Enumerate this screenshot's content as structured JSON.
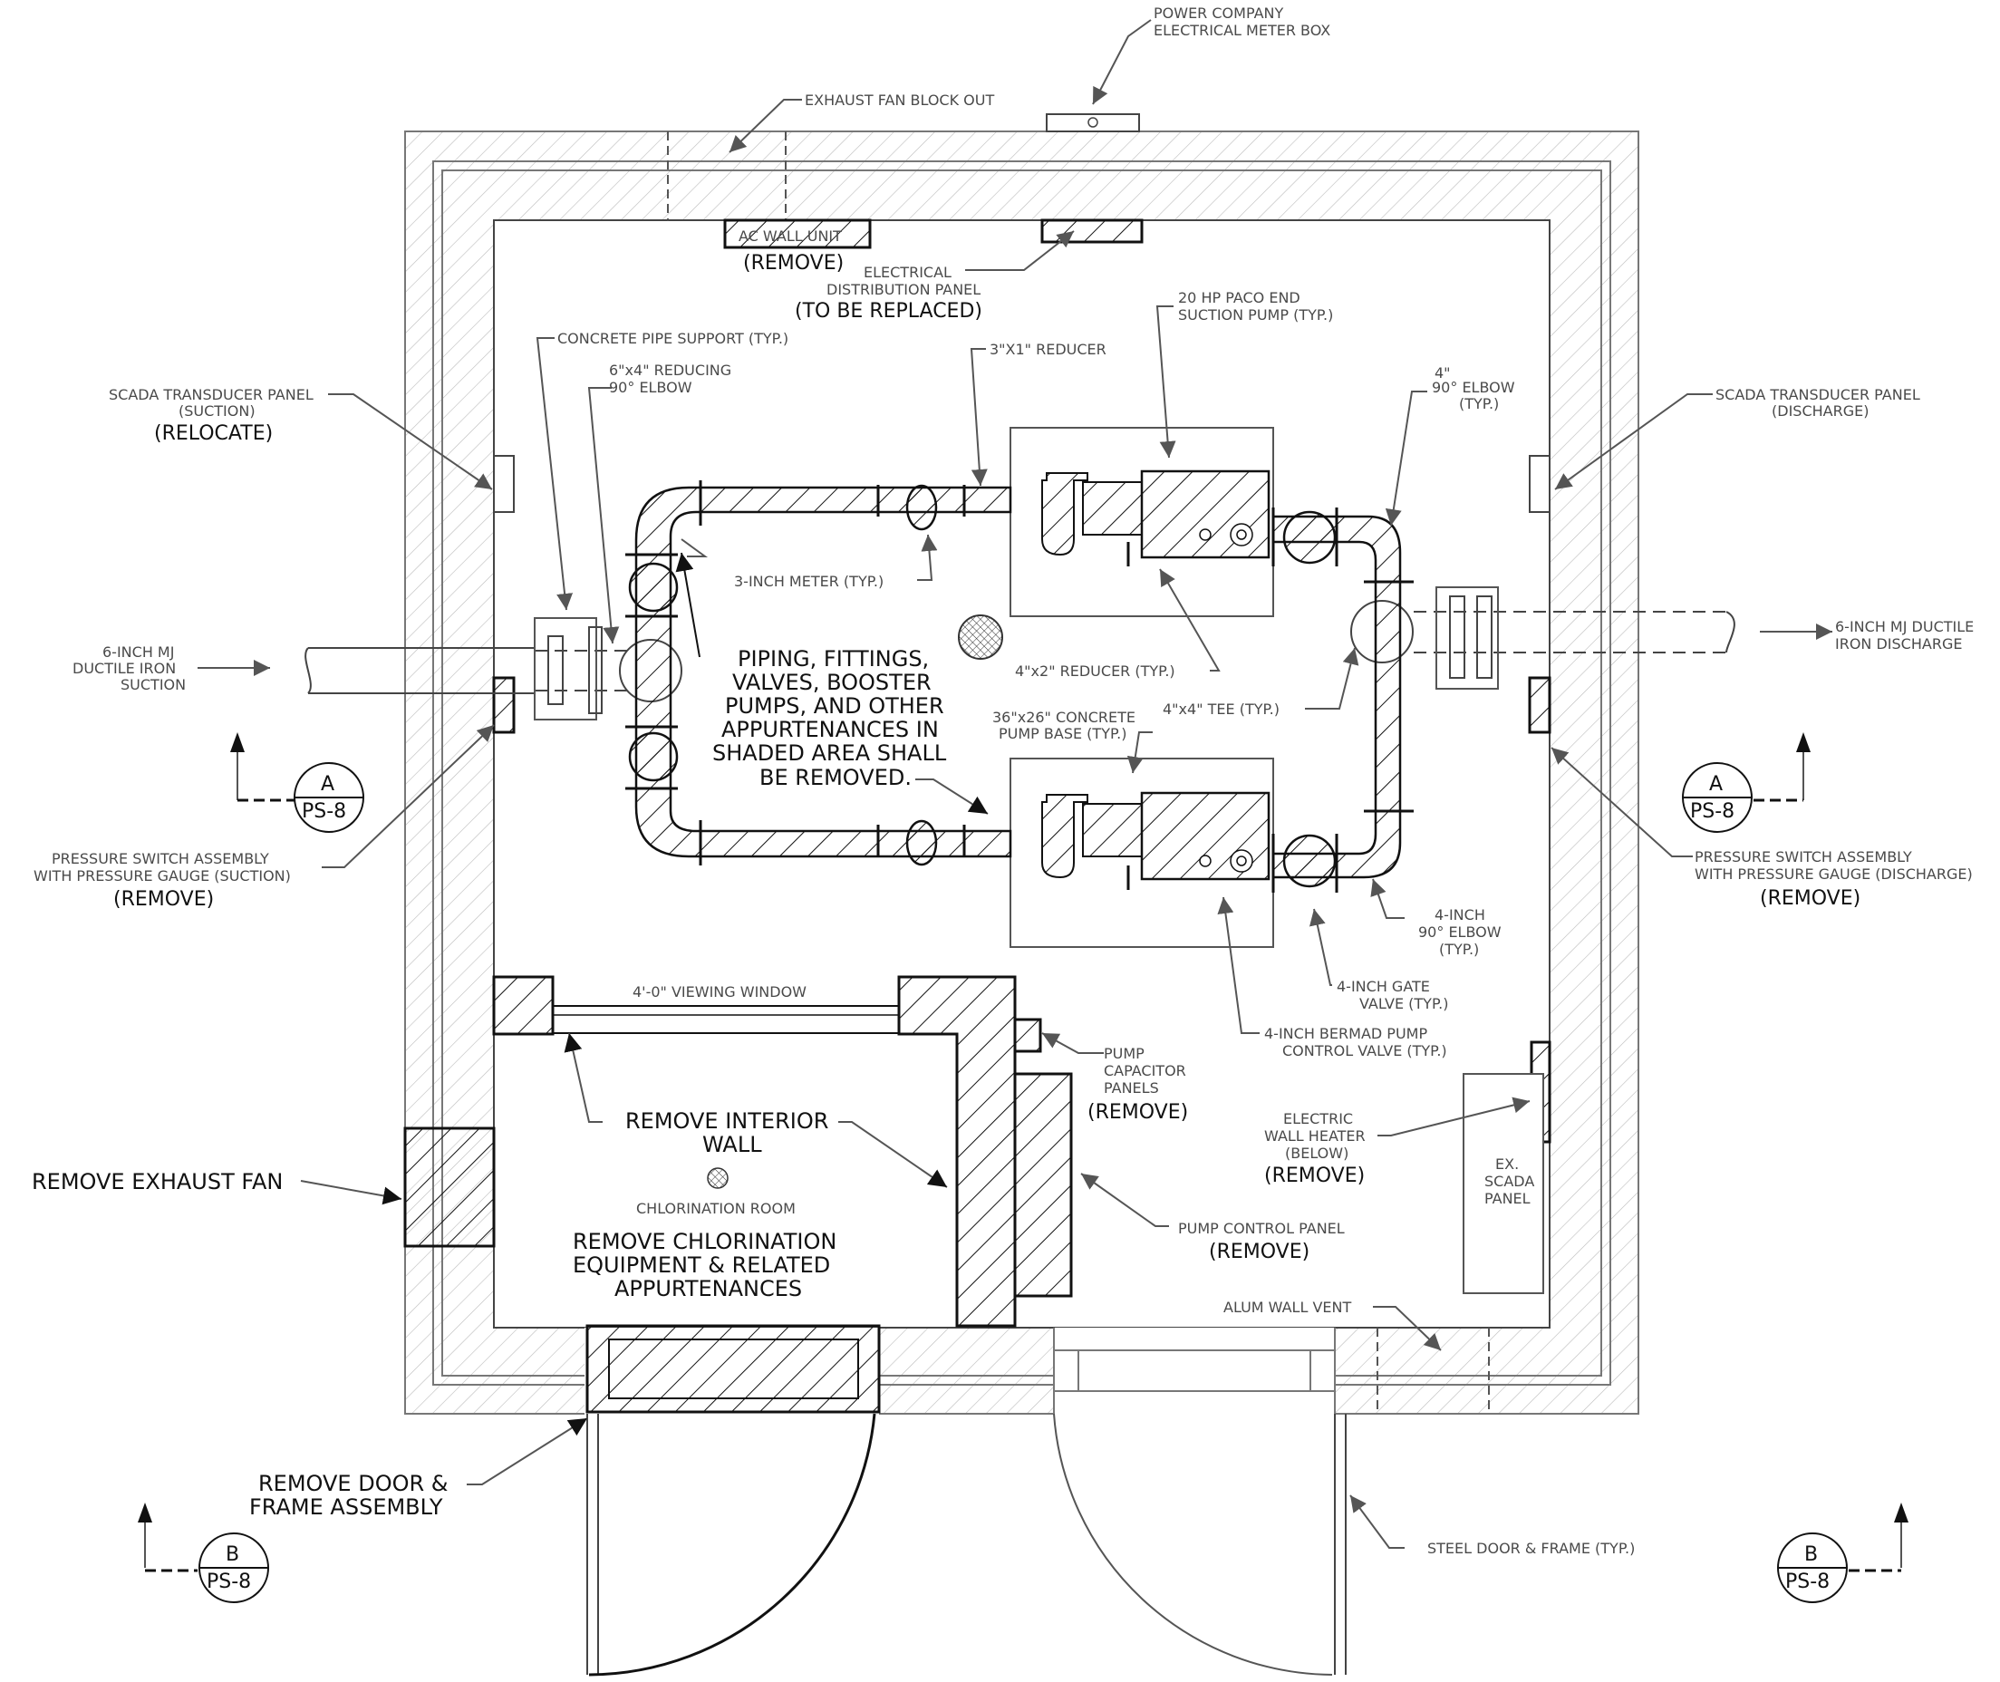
{
  "colors": {
    "ink": "#111111",
    "leader": "#555555",
    "wall": "#777777",
    "hatch": "#bbbbbb"
  },
  "labels": {
    "power_meter_1": "POWER COMPANY",
    "power_meter_2": "ELECTRICAL METER BOX",
    "exhaust_blockout": "EXHAUST FAN BLOCK OUT",
    "ac_unit": "AC WALL UNIT",
    "ac_remove": "(REMOVE)",
    "elec_panel_1": "ELECTRICAL",
    "elec_panel_2": "DISTRIBUTION PANEL",
    "elec_panel_3": "(TO BE REPLACED)",
    "pump_20hp_1": "20 HP PACO END",
    "pump_20hp_2": "SUCTION PUMP (TYP.)",
    "concrete_support": "CONCRETE PIPE SUPPORT (TYP.)",
    "reducing_elbow_1": "6\"x4\" REDUCING",
    "reducing_elbow_2": "90° ELBOW",
    "reducer_3x1": "3\"X1\" REDUCER",
    "elbow4_1": "4\"",
    "elbow4_2": "90° ELBOW",
    "elbow4_3": "(TYP.)",
    "scada_suction_1": "SCADA TRANSDUCER PANEL",
    "scada_suction_2": "(SUCTION)",
    "scada_suction_3": "(RELOCATE)",
    "scada_discharge_1": "SCADA TRANSDUCER PANEL",
    "scada_discharge_2": "(DISCHARGE)",
    "meter": "3-INCH METER (TYP.)",
    "suction_1": "6-INCH MJ",
    "suction_2": "DUCTILE IRON",
    "suction_3": "SUCTION",
    "discharge_1": "6-INCH MJ DUCTILE",
    "discharge_2": "IRON DISCHARGE",
    "note_1": "PIPING, FITTINGS,",
    "note_2": "VALVES, BOOSTER",
    "note_3": "PUMPS, AND OTHER",
    "note_4": "APPURTENANCES IN",
    "note_5": "SHADED AREA SHALL",
    "note_6": "BE REMOVED.",
    "reducer_4x2": "4\"x2\" REDUCER (TYP.)",
    "base_1": "36\"x26\" CONCRETE",
    "base_2": "PUMP BASE (TYP.)",
    "tee": "4\"x4\" TEE (TYP.)",
    "ps_suction_1": "PRESSURE SWITCH ASSEMBLY",
    "ps_suction_2": "WITH PRESSURE GAUGE (SUCTION)",
    "ps_suction_3": "(REMOVE)",
    "ps_discharge_1": "PRESSURE SWITCH ASSEMBLY",
    "ps_discharge_2": "WITH PRESSURE GAUGE (DISCHARGE)",
    "ps_discharge_3": "(REMOVE)",
    "elbow4b_1": "4-INCH",
    "elbow4b_2": "90° ELBOW",
    "elbow4b_3": "(TYP.)",
    "gate_1": "4-INCH GATE",
    "gate_2": "VALVE (TYP.)",
    "bermad_1": "4-INCH BERMAD PUMP",
    "bermad_2": "CONTROL VALVE (TYP.)",
    "window": "4'-0\" VIEWING WINDOW",
    "capacitor_1": "PUMP",
    "capacitor_2": "CAPACITOR",
    "capacitor_3": "PANELS",
    "capacitor_4": "(REMOVE)",
    "heater_1": "ELECTRIC",
    "heater_2": "WALL HEATER",
    "heater_3": "(BELOW)",
    "heater_4": "(REMOVE)",
    "interior_wall_1": "REMOVE INTERIOR",
    "interior_wall_2": "WALL",
    "chlor_room": "CHLORINATION ROOM",
    "chlor_remove_1": "REMOVE CHLORINATION",
    "chlor_remove_2": "EQUIPMENT & RELATED",
    "chlor_remove_3": "APPURTENANCES",
    "exhaust_remove": "REMOVE EXHAUST FAN",
    "pump_control_1": "PUMP CONTROL PANEL",
    "pump_control_2": "(REMOVE)",
    "ex_scada_1": "EX.",
    "ex_scada_2": "SCADA",
    "ex_scada_3": "PANEL",
    "alum_vent": "ALUM WALL VENT",
    "door_remove_1": "REMOVE DOOR &",
    "door_remove_2": "FRAME ASSEMBLY",
    "steel_door": "STEEL DOOR & FRAME (TYP.)"
  },
  "sections": {
    "a_letter": "A",
    "a_sheet": "PS-8",
    "b_letter": "B",
    "b_sheet": "PS-8"
  }
}
